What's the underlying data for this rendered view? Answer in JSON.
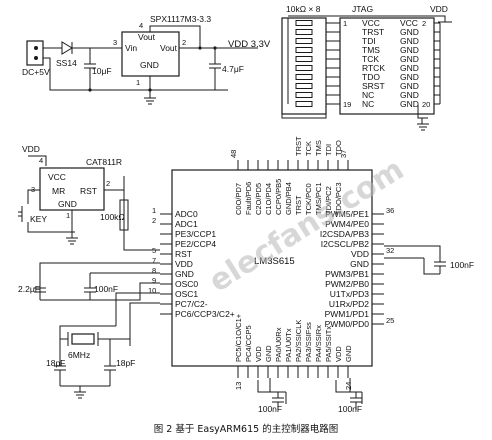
{
  "power": {
    "connector": "DC+5V",
    "diode": "SS14",
    "regulator": "SPX1117M3-3.3",
    "reg_pin_vin": "Vin",
    "reg_pin_vout_top": "Vout",
    "reg_pin_vout": "Vout",
    "reg_pin_gnd": "GND",
    "pin3": "3",
    "pin4": "4",
    "pin2": "2",
    "pin1": "1",
    "cap_in": "10μF",
    "cap_out": "4.7μF",
    "rail": "VDD 3.3V"
  },
  "jtag": {
    "resistor_array": "10kΩ × 8",
    "title": "JTAG",
    "vdd": "VDD",
    "left_signals": [
      "VCC",
      "TRST",
      "TDI",
      "TMS",
      "TCK",
      "RTCK",
      "TDO",
      "SRST",
      "NC",
      "NC"
    ],
    "right_signals": [
      "VCC",
      "GND",
      "GND",
      "GND",
      "GND",
      "GND",
      "GND",
      "GND",
      "GND",
      "GND"
    ],
    "left_pins": [
      "1",
      "",
      "",
      "",
      "",
      "",
      "",
      "",
      "",
      "19"
    ],
    "right_pins": [
      "2",
      "",
      "",
      "",
      "",
      "",
      "",
      "",
      "",
      "20"
    ]
  },
  "reset": {
    "vdd": "VDD",
    "ic": "CAT811R",
    "vcc": "VCC",
    "mr": "MR",
    "rst": "RST",
    "gnd": "GND",
    "key": "KEY",
    "resistor": "100kΩ",
    "pin4": "4",
    "pin3": "3",
    "pin2": "2",
    "pin1": "1"
  },
  "mcu": {
    "name": "LM3S615",
    "left_pins": [
      {
        "num": "1",
        "label": "ADC0"
      },
      {
        "num": "2",
        "label": "ADC1"
      },
      {
        "num": "",
        "label": "PE3/CCP1"
      },
      {
        "num": "",
        "label": "PE2/CCP4"
      },
      {
        "num": "5",
        "label": "RST"
      },
      {
        "num": "7",
        "label": "VDD"
      },
      {
        "num": "8",
        "label": "GND"
      },
      {
        "num": "9",
        "label": "OSC0"
      },
      {
        "num": "10",
        "label": "OSC1"
      },
      {
        "num": "",
        "label": "PC7/C2-"
      },
      {
        "num": "",
        "label": "PC6/CCP3/C2+"
      }
    ],
    "right_pins": [
      {
        "num": "36",
        "label": "PWM5/PE1"
      },
      {
        "num": "",
        "label": "PWM4/PE0"
      },
      {
        "num": "",
        "label": "I2CSDA/PB3"
      },
      {
        "num": "",
        "label": "I2CSCL/PB2"
      },
      {
        "num": "32",
        "label": "VDD"
      },
      {
        "num": "",
        "label": "GND"
      },
      {
        "num": "",
        "label": "PWM3/PB1"
      },
      {
        "num": "",
        "label": "PWM2/PB0"
      },
      {
        "num": "",
        "label": "U1Tx/PD3"
      },
      {
        "num": "",
        "label": "U1Rx/PD2"
      },
      {
        "num": "",
        "label": "PWM1/PD1"
      },
      {
        "num": "25",
        "label": "PWM0/PD0"
      }
    ],
    "top_pins": [
      {
        "num": "48",
        "label": "C0O/PD7"
      },
      {
        "num": "",
        "label": "Fault/PD6"
      },
      {
        "num": "",
        "label": "C2O/PD5"
      },
      {
        "num": "",
        "label": "C1O/PD4"
      },
      {
        "num": "",
        "label": "CCP0/PB5"
      },
      {
        "num": "",
        "label": "GND/PB4"
      },
      {
        "num": "",
        "label": "TRST"
      },
      {
        "num": "",
        "label": "TCK/PC0"
      },
      {
        "num": "",
        "label": "TMS/PC1"
      },
      {
        "num": "",
        "label": "TDI/PC2"
      },
      {
        "num": "",
        "label": "TDO/PC3"
      },
      {
        "num": "37",
        "label": ""
      }
    ],
    "bottom_pins": [
      {
        "num": "13",
        "label": "PC5/C1O/C1+"
      },
      {
        "num": "",
        "label": "PC4/CCP5"
      },
      {
        "num": "",
        "label": "VDD"
      },
      {
        "num": "",
        "label": "GND"
      },
      {
        "num": "",
        "label": "PA0/U0Rx"
      },
      {
        "num": "",
        "label": "PA1/U0Tx"
      },
      {
        "num": "",
        "label": "PA2/SSICLK"
      },
      {
        "num": "",
        "label": "PA3/SSIFss"
      },
      {
        "num": "",
        "label": "PA4/SSIRx"
      },
      {
        "num": "",
        "label": "PA5/SSITx"
      },
      {
        "num": "",
        "label": "VDD"
      },
      {
        "num": "24",
        "label": "GND"
      }
    ]
  },
  "top_vertical_labels": [
    "TRST",
    "TCK",
    "TMS",
    "TDI",
    "TDO"
  ],
  "decoupling": {
    "c_left_a": "2.2μF",
    "c_left_b": "100nF",
    "c_right": "100nF",
    "c_bottom_a": "100nF",
    "c_bottom_b": "100nF"
  },
  "crystal": {
    "name": "6MHz",
    "cap_a": "18pF",
    "cap_b": "18pF"
  },
  "watermark": "elecfans.com",
  "caption": "图 2   基于 EasyARM615 的主控制器电路图"
}
